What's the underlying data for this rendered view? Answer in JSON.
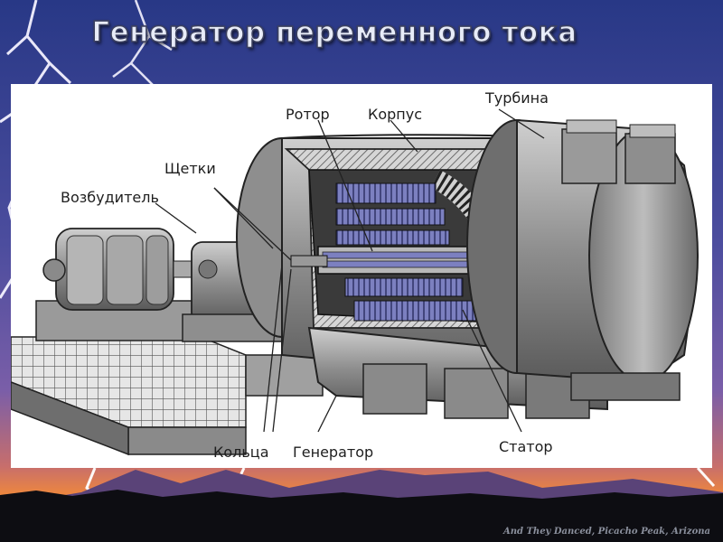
{
  "slide": {
    "title": "Генератор переменного тока",
    "caption": "And They Danced, Picacho Peak, Arizona"
  },
  "diagram": {
    "labels": {
      "rotor": "Ротор",
      "housing": "Корпус",
      "turbine": "Турбина",
      "brushes": "Щетки",
      "exciter": "Возбудитель",
      "rings": "Кольца",
      "generator": "Генератор",
      "stator": "Статор"
    }
  },
  "colors": {
    "sky_top": "#2a3a86",
    "sky_mid": "#6b5aa8",
    "horizon": "#f08a3a",
    "lightning": "#ffffff",
    "panel": "#ffffff",
    "winding": "#6a6fb0"
  }
}
